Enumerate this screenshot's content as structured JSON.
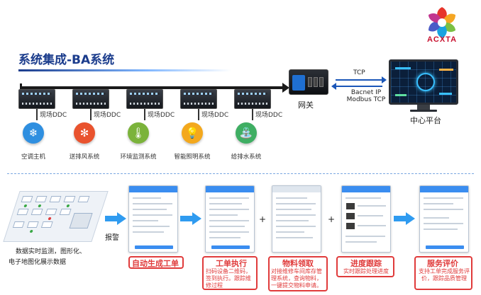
{
  "header": {
    "logo_text": "ACXTA",
    "title": "系统集成-BA系统"
  },
  "bus": {
    "ddc_units": [
      {
        "label": "现场DDC"
      },
      {
        "label": "现场DDC"
      },
      {
        "label": "现场DDC"
      },
      {
        "label": "现场DDC"
      },
      {
        "label": "现场DDC"
      }
    ],
    "subsystems": [
      {
        "label": "空调主机",
        "icon": "snowflake-icon",
        "color": "#2f8fe0"
      },
      {
        "label": "送排风系统",
        "icon": "fan-icon",
        "color": "#e9532e"
      },
      {
        "label": "环境监测系统",
        "icon": "thermometer-icon",
        "color": "#7bb33b"
      },
      {
        "label": "智能照明系统",
        "icon": "bulb-icon",
        "color": "#f3a81d"
      },
      {
        "label": "给排水系统",
        "icon": "faucet-icon",
        "color": "#3fae63"
      }
    ]
  },
  "gateway": {
    "label": "网关"
  },
  "links": {
    "protocol_top": "TCP",
    "protocol_bottom_1": "Bacnet IP",
    "protocol_bottom_2": "Modbus TCP"
  },
  "center": {
    "label": "中心平台"
  },
  "workflow": {
    "monitor_label_1": "数据实时监测，图形化、",
    "monitor_label_2": "电子地图化展示数据",
    "alarm_label": "报警",
    "steps": [
      {
        "title": "自动生成工单",
        "desc": ""
      },
      {
        "title": "工单执行",
        "desc": "扫码设备二维码，签到执行。跟踪维修过程"
      },
      {
        "title": "物料领取",
        "desc": "对接维修车间库存管理系统，查询物料，一键提交物料申请。"
      },
      {
        "title": "进度跟踪",
        "desc": "实时跟踪处理进度"
      },
      {
        "title": "服务评价",
        "desc": "支持工单完成服务评价，跟踪品质管理"
      }
    ],
    "plus_sign": "+"
  },
  "colors": {
    "title_blue": "#1b3c8c",
    "accent_red": "#e03b3b",
    "flow_blue": "#2f9bf0"
  }
}
